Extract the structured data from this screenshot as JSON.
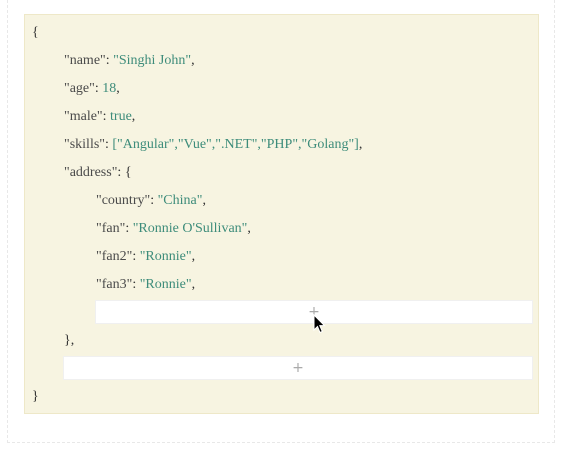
{
  "json": {
    "open_brace": "{",
    "close_brace": "}",
    "name_key": "\"name\"",
    "name_value": "\"Singhi John\"",
    "age_key": "\"age\"",
    "age_value": "18",
    "male_key": "\"male\"",
    "male_value": "true",
    "skills_key": "\"skills\"",
    "skills_value": "[\"Angular\",\"Vue\",\".NET\",\"PHP\",\"Golang\"]",
    "address_key": "\"address\"",
    "address_open": "{",
    "address_close": "},",
    "country_key": "\"country\"",
    "country_value": "\"China\"",
    "fan_key": "\"fan\"",
    "fan_value": "\"Ronnie O'Sullivan\"",
    "fan2_key": "\"fan2\"",
    "fan2_value": "\"Ronnie\"",
    "fan3_key": "\"fan3\"",
    "fan3_value": "\"Ronnie\""
  },
  "punct": {
    "colon": ": ",
    "comma": ","
  },
  "add_buttons": {
    "inner_label": "+",
    "outer_label": "+"
  },
  "colors": {
    "editor_background": "#f7f4e1",
    "value_color": "#3d8c7a"
  }
}
